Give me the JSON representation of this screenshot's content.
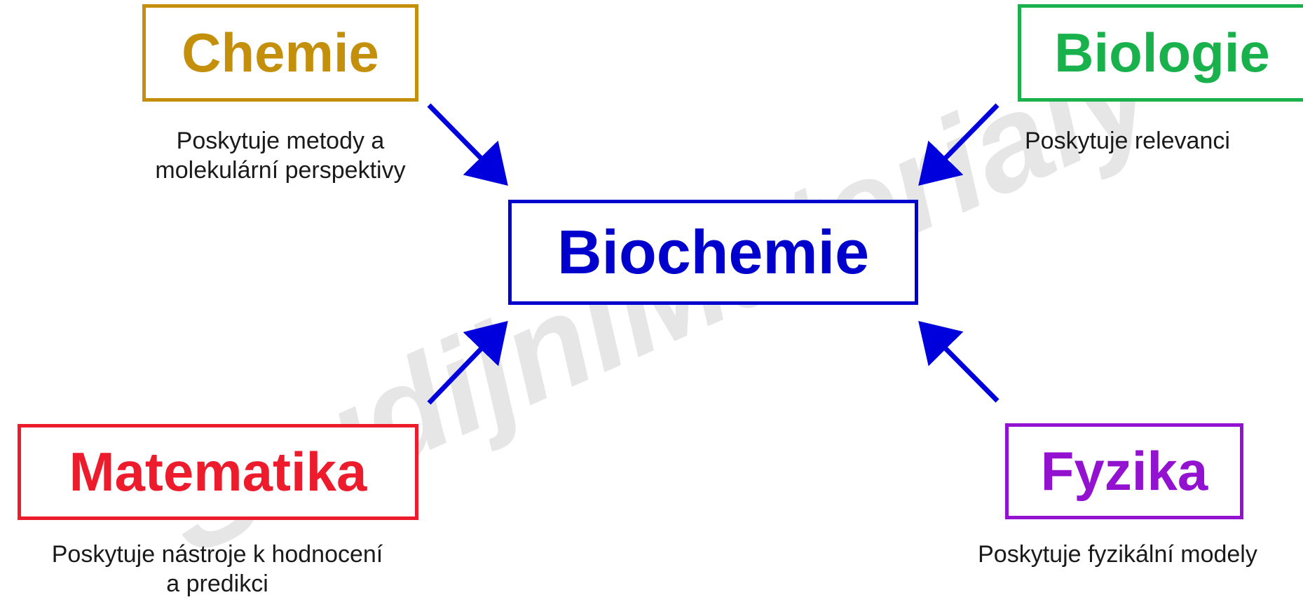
{
  "watermark": "StudijniMaterialy",
  "center": {
    "label": "Biochemie",
    "color": "#0000cc"
  },
  "nodes": [
    {
      "id": "chemie",
      "label": "Chemie",
      "color": "#c4900c",
      "caption_lines": [
        "Poskytuje metody a",
        "molekulární perspektivy"
      ]
    },
    {
      "id": "biologie",
      "label": "Biologie",
      "color": "#18b14c",
      "caption_lines": [
        "Poskytuje relevanci"
      ]
    },
    {
      "id": "matematika",
      "label": "Matematika",
      "color": "#ec1c2c",
      "caption_lines": [
        "Poskytuje nástroje k hodnocení",
        "a predikci"
      ]
    },
    {
      "id": "fyzika",
      "label": "Fyzika",
      "color": "#9212d0",
      "caption_lines": [
        "Poskytuje fyzikální modely"
      ]
    }
  ],
  "arrow_color": "#0000dd"
}
